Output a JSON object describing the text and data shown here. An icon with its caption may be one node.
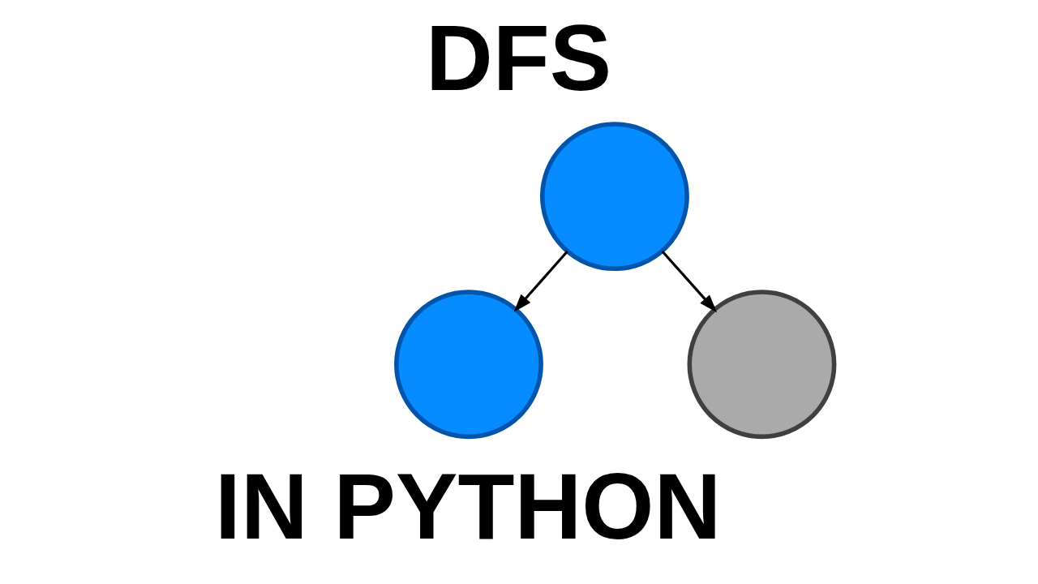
{
  "diagram": {
    "title": "DFS",
    "caption": "IN PYTHON",
    "nodes": [
      {
        "text": [],
        "shape": "circle"
      },
      {
        "text": [],
        "shape": "circle"
      },
      {
        "text": [],
        "shape": "circle"
      }
    ],
    "edges": [
      {
        "from": 0,
        "to": 1,
        "arrow": "to"
      },
      {
        "from": 0,
        "to": 2,
        "arrow": "to"
      }
    ]
  }
}
